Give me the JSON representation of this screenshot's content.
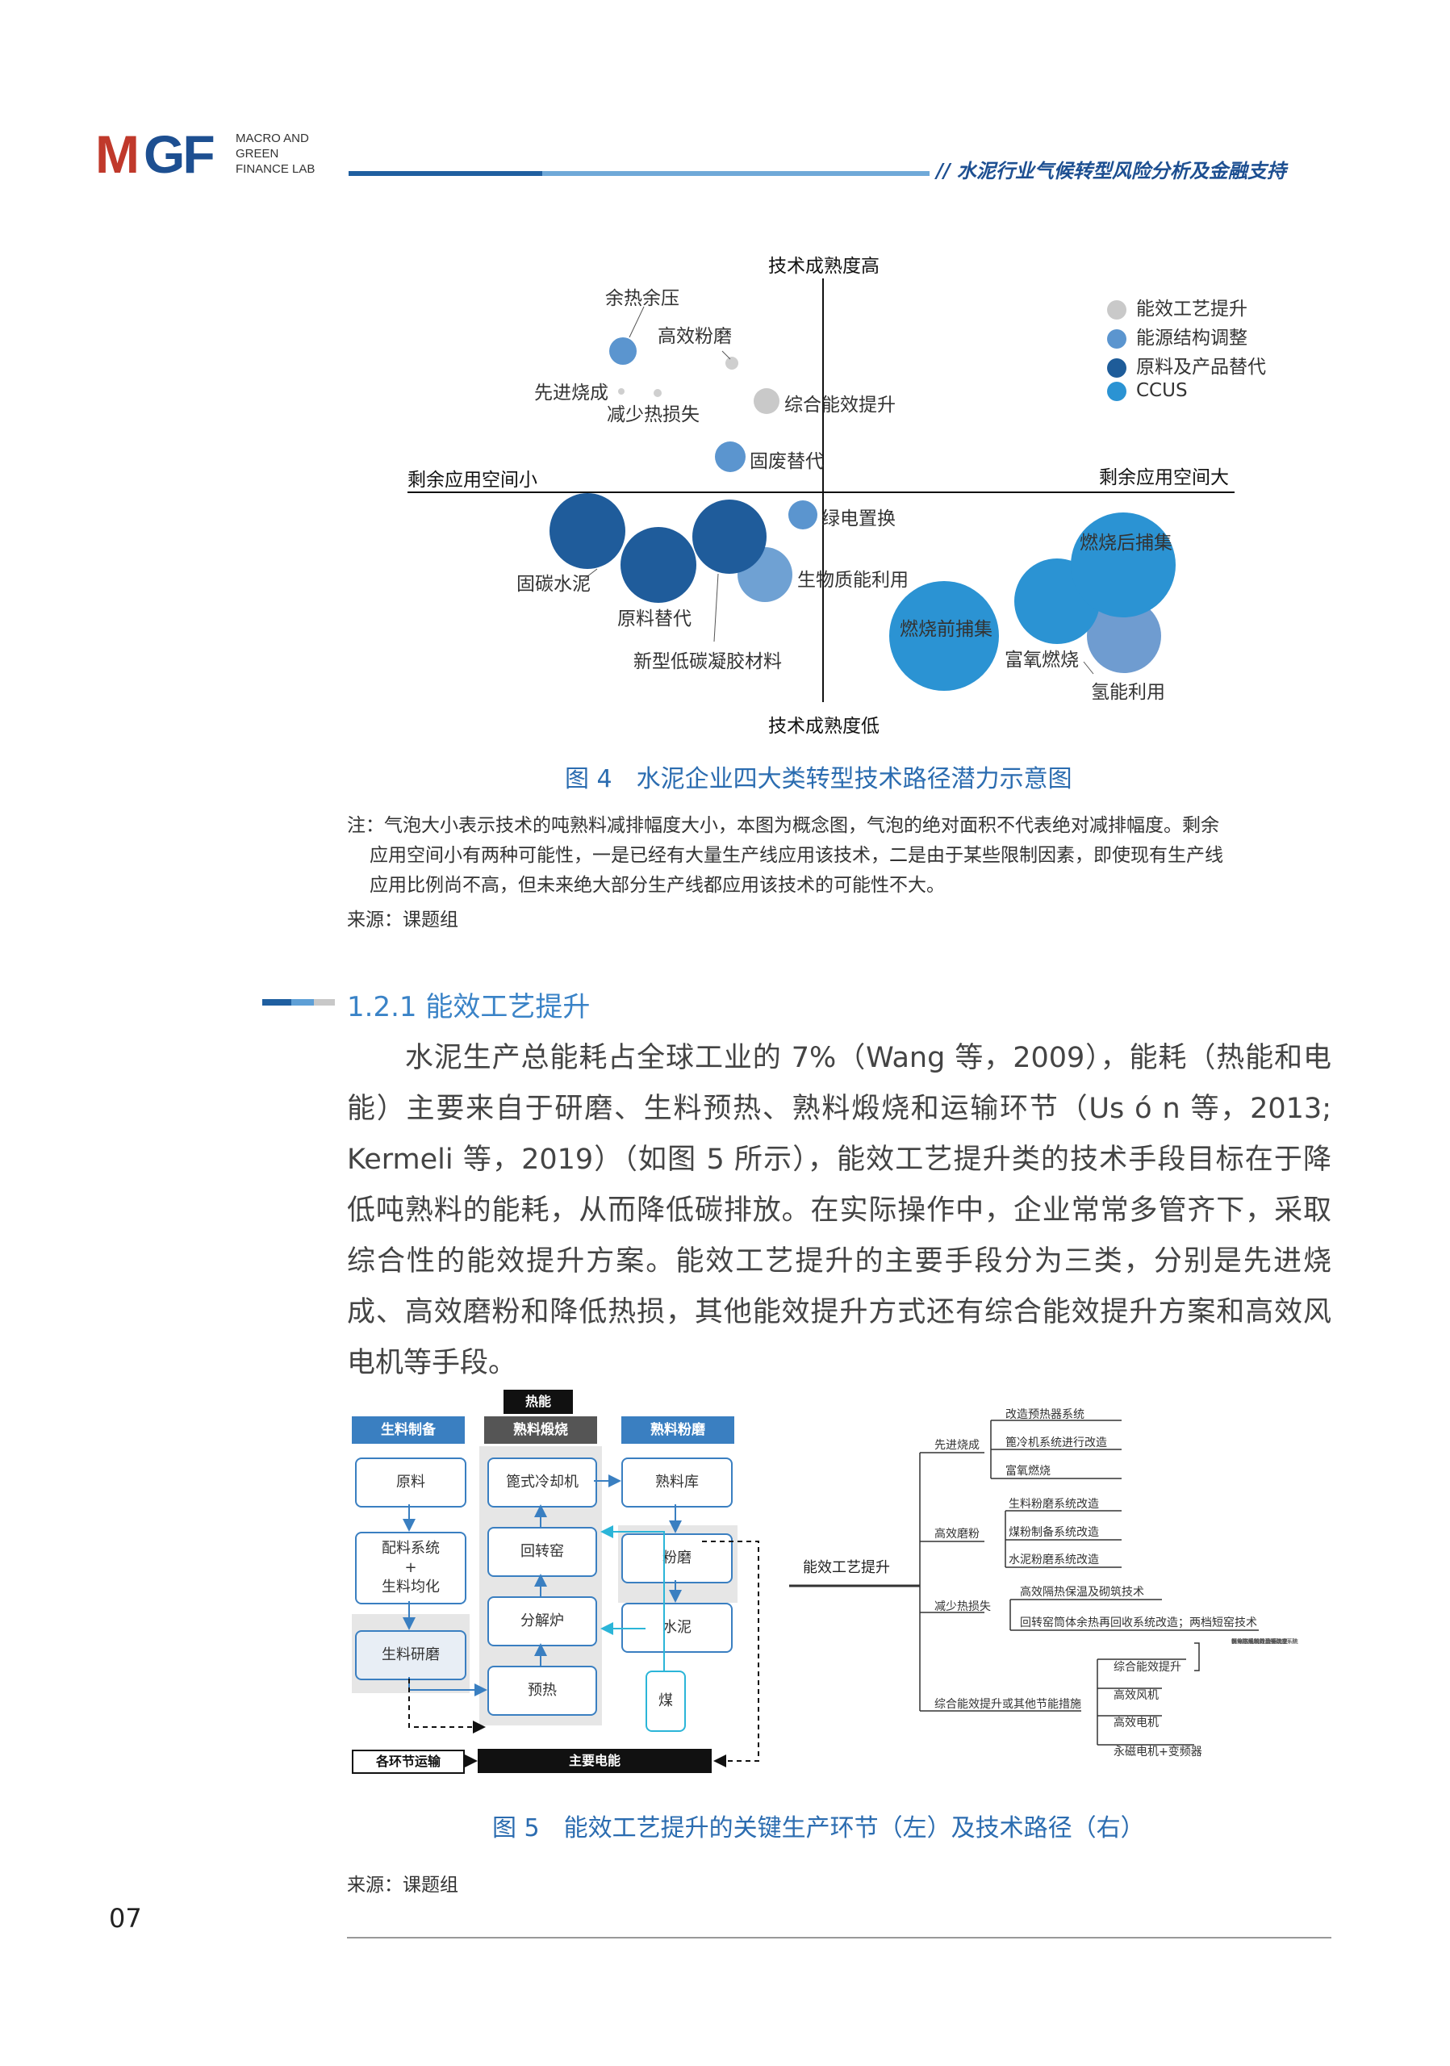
{
  "header": {
    "logo_text": "MGF",
    "logo_sub_1": "MACRO AND",
    "logo_sub_2": "GREEN",
    "logo_sub_3": "FINANCE LAB",
    "running_title": "// 水泥行业气候转型风险分析及金融支持"
  },
  "figure4": {
    "axis_top": "技术成熟度高",
    "axis_bottom": "技术成熟度低",
    "axis_left": "剩余应用空间小",
    "axis_right": "剩余应用空间大",
    "legend": [
      {
        "label": "能效工艺提升",
        "color": "#c9c9c9"
      },
      {
        "label": "能源结构调整",
        "color": "#5b95cf"
      },
      {
        "label": "原料及产品替代",
        "color": "#1e5c99"
      },
      {
        "label": "CCUS",
        "color": "#2b93d3"
      }
    ],
    "bubble_labels": {
      "yure": "余热余压",
      "gaoxiao": "高效粉磨",
      "xianjin": "先进烧成",
      "jianshao": "减少热损失",
      "zonghe": "综合能效提升",
      "gufei": "固废替代",
      "lvdian": "绿电置换",
      "gutan": "固碳水泥",
      "yuanliao": "原料替代",
      "xinxing": "新型低碳凝胶材料",
      "shengwu": "生物质能利用",
      "ranshaoqian": "燃烧前捕集",
      "fuyang": "富氧燃烧",
      "ranshaohou": "燃烧后捕集",
      "qingneng": "氢能利用"
    },
    "caption": "图 4　水泥企业四大类转型技术路径潜力示意图",
    "note_1": "注：气泡大小表示技术的吨熟料减排幅度大小，本图为概念图，气泡的绝对面积不代表绝对减排幅度。剩余",
    "note_2": "应用空间小有两种可能性，一是已经有大量生产线应用该技术，二是由于某些限制因素，即使现有生产线",
    "note_3": "应用比例尚不高，但未来绝大部分生产线都应用该技术的可能性不大。",
    "source": "来源：课题组"
  },
  "section": {
    "title": "1.2.1 能效工艺提升",
    "paragraph": "　　水泥生产总能耗占全球工业的 7%（Wang 等，2009），能耗（热能和电能）主要来自于研磨、生料预热、熟料煅烧和运输环节（Us ó n 等，2013; Kermeli 等，2019）（如图 5 所示），能效工艺提升类的技术手段目标在于降低吨熟料的能耗，从而降低碳排放。在实际操作中，企业常常多管齐下，采取综合性的能效提升方案。能效工艺提升的主要手段分为三类，分别是先进烧成、高效磨粉和降低热损，其他能效提升方式还有综合能效提升方案和高效风电机等手段。"
  },
  "figure5": {
    "left": {
      "top_black": "热能",
      "col1_header": "生料制备",
      "col2_header": "熟料煅烧",
      "col3_header": "熟料粉磨",
      "yuanliao": "原料",
      "peiliao_1": "配料系统",
      "peiliao_plus": "+",
      "peiliao_2": "生料均化",
      "shengliao_yanmo": "生料研磨",
      "bizi": "篦式冷却机",
      "huizhuanyao": "回转窑",
      "fenjielu": "分解炉",
      "yure": "预热",
      "shuliaoku": "熟料库",
      "fenmo": "粉磨",
      "shuini": "水泥",
      "mei": "煤",
      "transport": "各环节运输",
      "power": "主要电能"
    },
    "right": {
      "root": "能效工艺提升",
      "b1": "先进烧成",
      "b1_items": [
        "改造预热器系统",
        "篦冷机系统进行改造",
        "富氧燃烧"
      ],
      "b2": "高效磨粉",
      "b2_items": [
        "生料粉磨系统改造",
        "煤粉制备系统改造",
        "水泥粉磨系统改造"
      ],
      "b3": "减少热损失",
      "b3_items": [
        "高效隔热保温及砌筑技术",
        "回转窑筒体余热再回收系统改造；两档短窑技术"
      ],
      "b4": "综合能效提升或其他节能措施",
      "b4_items": [
        "综合能效提升",
        "高效风机",
        "高效电机",
        "永磁电机+变频器"
      ],
      "b4_note": [
        "例如：生料粉磨系统更",
        "换+熟料煅烧系统改造+熟",
        "料输送系统改造+烧成系统",
        "优化布局设计：交流变",
        "频电机风机升级等"
      ]
    },
    "caption": "图 5　能效工艺提升的关键生产环节（左）及技术路径（右）",
    "source": "来源：课题组"
  },
  "page_number": "07"
}
